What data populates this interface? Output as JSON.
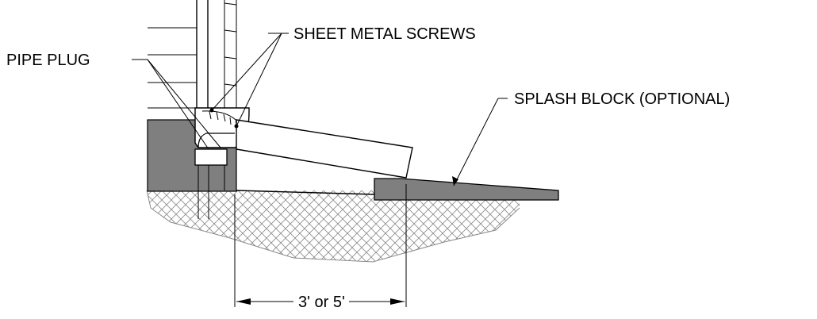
{
  "labels": {
    "sheet_metal_screws": "SHEET METAL SCREWS",
    "pipe_plug": "PIPE PLUG",
    "splash_block": "SPLASH BLOCK (OPTIONAL)",
    "dimension": "3' or 5'"
  },
  "colors": {
    "foundation": "#7f7f7f",
    "splash_block": "#7f7f7f",
    "soil_hatch": "#8a8a8a",
    "line": "#000000"
  }
}
